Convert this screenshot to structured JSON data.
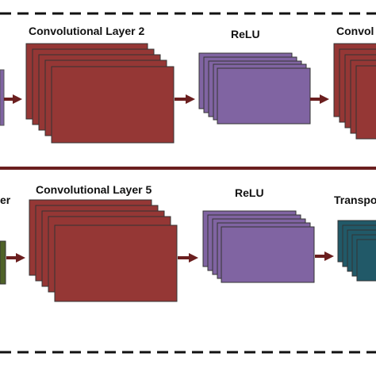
{
  "colors": {
    "conv_fill": "#953735",
    "relu_fill": "#8064a2",
    "transpose_fill": "#215968",
    "left_purple": "#8064a2",
    "left_green": "#4f6228",
    "arrow": "#6b1f1f",
    "divider": "#6b1f1f",
    "dash": "#111111"
  },
  "top_row": {
    "conv_label": "Convolutional Layer 2",
    "relu_label": "ReLU",
    "next_label": "Convol"
  },
  "bottom_row": {
    "prev_label": "er",
    "conv_label": "Convolutional Layer 5",
    "relu_label": "ReLU",
    "next_label": "Transpo"
  }
}
